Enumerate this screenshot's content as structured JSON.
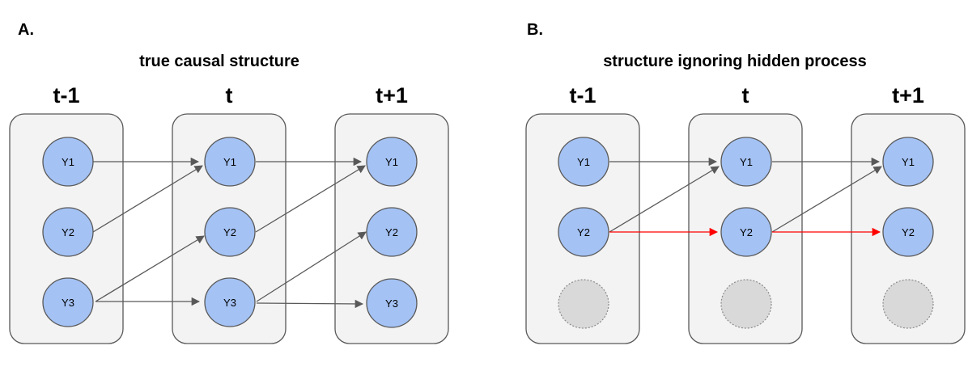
{
  "panel_a": {
    "label": "A.",
    "title": "true causal structure",
    "time_labels": [
      "t-1",
      "t",
      "t+1"
    ],
    "nodes": [
      "Y1",
      "Y2",
      "Y3"
    ],
    "node_color": "#a4c2f4",
    "edge_color": "#595959"
  },
  "panel_b": {
    "label": "B.",
    "title": "structure ignoring hidden process",
    "time_labels": [
      "t-1",
      "t",
      "t+1"
    ],
    "nodes": [
      "Y1",
      "Y2"
    ],
    "node_color": "#a4c2f4",
    "hidden_node_color": "#d9d9d9",
    "edge_color": "#595959",
    "highlight_edge_color": "#ff0000"
  }
}
